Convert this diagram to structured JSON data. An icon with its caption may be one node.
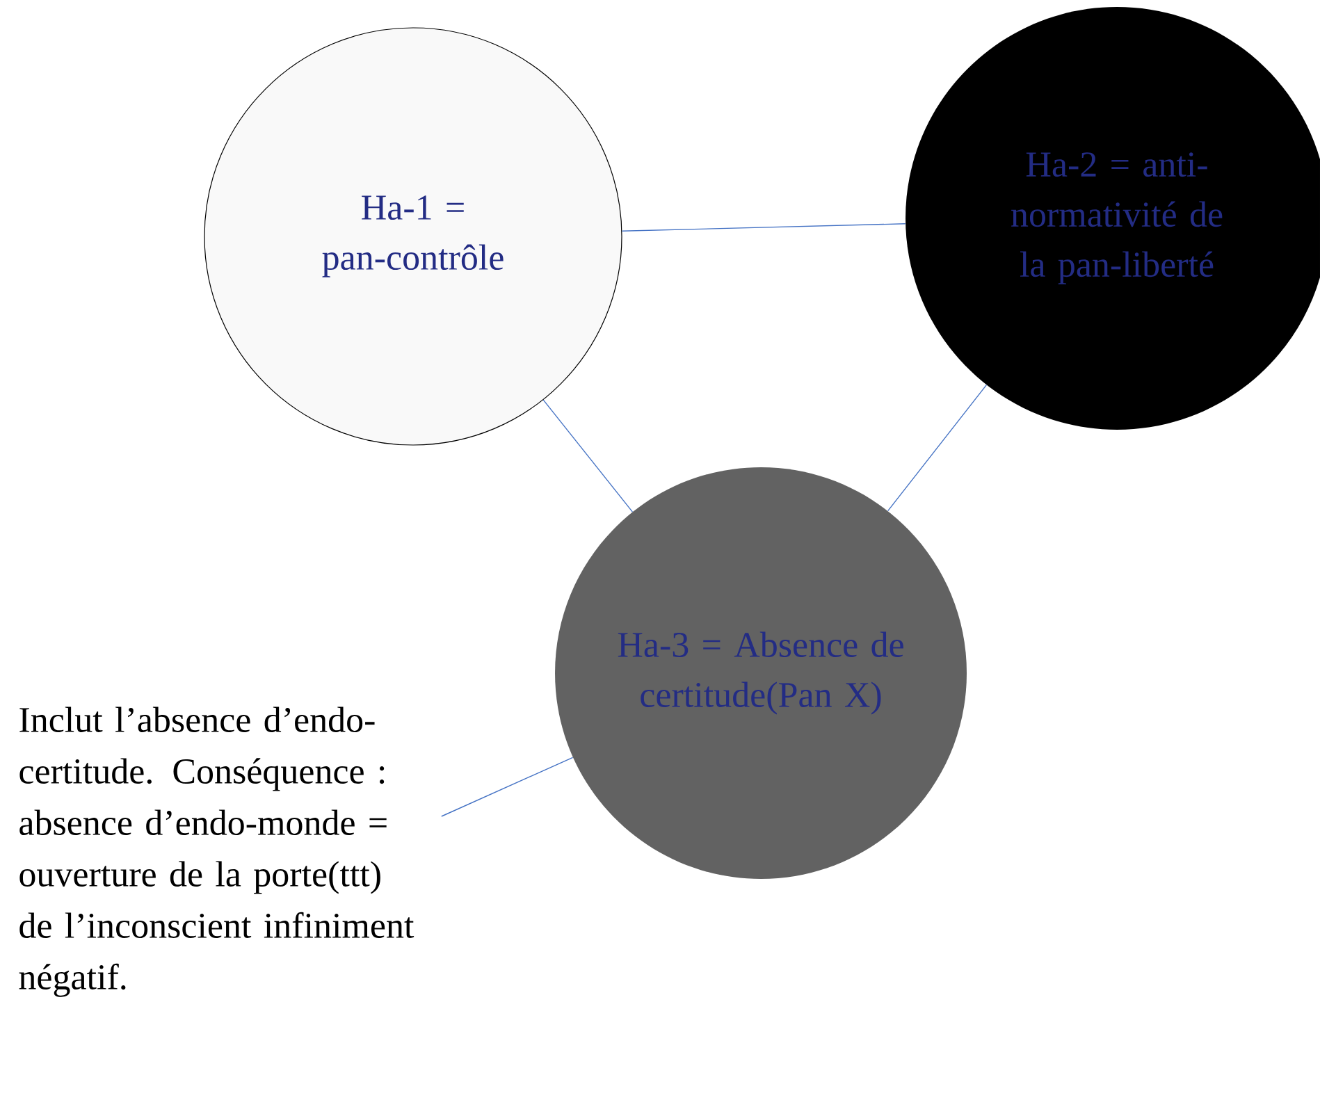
{
  "diagram": {
    "nodes": [
      {
        "text": [
          "Ha-1 = pan-contrôle"
        ]
      },
      {
        "text": [
          "Ha-2 = anti-normativité de la pan-liberté"
        ]
      },
      {
        "text": [
          "Ha-3 = Absence de certitude(Pan X)"
        ]
      },
      {
        "text": [
          "Inclut l’absence d’endo-certitude. Conséquence : absence d’endo-monde = ouverture de la porte(ttt) de l’inconscient infiniment négatif."
        ]
      }
    ],
    "edges": [
      {
        "from": 0,
        "to": 1,
        "arrow": "none"
      },
      {
        "from": 0,
        "to": 2,
        "arrow": "none"
      },
      {
        "from": 1,
        "to": 2,
        "arrow": "none"
      },
      {
        "from": 3,
        "to": 2,
        "arrow": "none"
      }
    ]
  }
}
